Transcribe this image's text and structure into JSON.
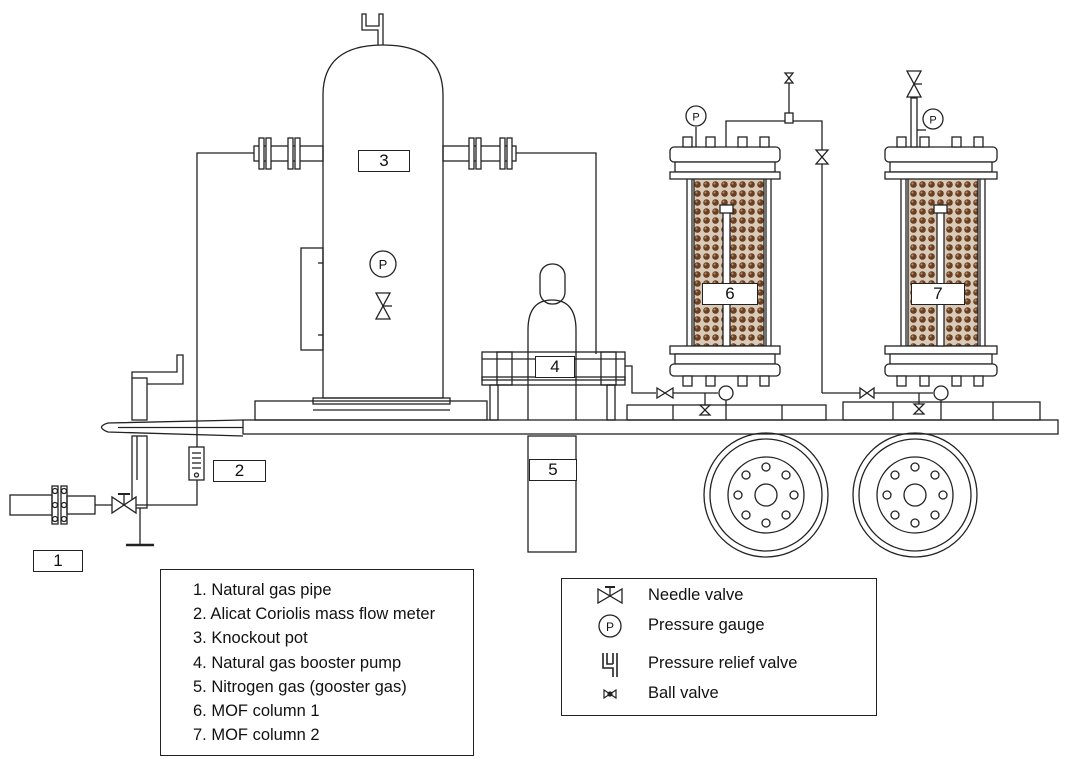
{
  "labels": {
    "pipe": "1",
    "flow_meter": "2",
    "knockout_pot": "3",
    "booster_pump": "4",
    "nitrogen": "5",
    "mof1": "6",
    "mof2": "7",
    "gauge_letter": "P"
  },
  "component_legend": [
    "1. Natural gas pipe",
    "2. Alicat Coriolis mass flow meter",
    "3. Knockout pot",
    "4. Natural gas booster pump",
    "5. Nitrogen gas (gooster gas)",
    "6. MOF column 1",
    "7. MOF column 2"
  ],
  "symbol_legend": [
    {
      "icon": "needle-valve-icon",
      "label": "Needle valve"
    },
    {
      "icon": "pressure-gauge-icon",
      "label": "Pressure gauge"
    },
    {
      "icon": "pressure-relief-valve-icon",
      "label": "Pressure relief valve"
    },
    {
      "icon": "ball-valve-icon",
      "label": "Ball valve"
    }
  ]
}
